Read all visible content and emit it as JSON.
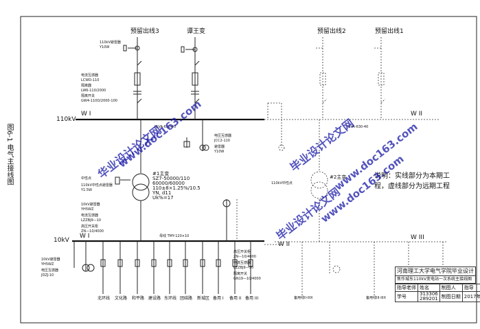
{
  "side_title": "图6-1 电气主接线图",
  "top_labels": {
    "left_reserve": "预留出线3",
    "main_line": "谭王变",
    "reserve2": "预留出线2",
    "reserve1": "预留出线1"
  },
  "bus_110": {
    "voltage": "110kV",
    "section1": "W I",
    "section2": "W II"
  },
  "bus_10": {
    "voltage": "10kV",
    "section1": "W I",
    "section2": "W II",
    "section3": "W III",
    "bus_model": "母线 TMY-120×10"
  },
  "transformers": {
    "t1_name": "#1主变",
    "t1_model": "SZ7-50000/110",
    "t1_ratio": "60000/60000",
    "t1_v": "110±8×1.25%/10.5",
    "t1_conn": "YN, d11",
    "t1_uk": "Uk%=17",
    "t2_name": "#2主变"
  },
  "note_text": {
    "line1": "说明：实线部分为本期工",
    "line2": "程，虚线部分为远期工程"
  },
  "watermarks": {
    "text1": "华业设计论文网",
    "url1": "www.doc163.com",
    "text2": "毕业设计论文网",
    "url2": "www.doc163.com",
    "text3": "毕业设计论文网",
    "url3": "www.doc163.com"
  },
  "equip_labels": {
    "arrester": "110kV避雷器",
    "arrester_model": "Y10W",
    "ct": "电流互感器",
    "ct_model": "LCWD-110",
    "ct2": "隔离器",
    "ct2_model": "LW6-110/2000",
    "sw": "隔离开关",
    "sw_model": "GW4-110D/2000-100",
    "pt": "电压互感器",
    "pt_model": "JCC2-110",
    "arrester2": "避雷器",
    "arrester2_model": "Y10W",
    "bus_sw": "JGVA-630-40",
    "bus_sw2": "JGVA-630-40",
    "neutral": "中性点",
    "neutral_arr": "110kV中性点避雷器",
    "neutral_model": "Y1.5W",
    "t2_neutral": "110kV中性点"
  },
  "feeder_labels": [
    "北环线",
    "文化路",
    "和平路",
    "建设路",
    "东环线",
    "团结路",
    "新城区",
    "备用 I",
    "备用 II",
    "备用 III"
  ],
  "right_labels": {
    "out_a": "备用线II-IIIX",
    "out_b": "备用线III-IIIX"
  },
  "left_bottom": {
    "a": "10kV避雷器",
    "a_model": "YH5WZ",
    "b": "电压互感器",
    "b_model": "JDZJ-10"
  },
  "mid_bottom": {
    "a": "高压开关柜",
    "a_model": "ZN—10/4000",
    "b": "电流互感器",
    "b_model": "LZZBJ9—10",
    "c": "隔离开关",
    "c_model": "GN19—10/4000"
  },
  "mid_10": {
    "a": "10kV避雷器",
    "a_model": "YH5WZ",
    "b": "电流互感器",
    "b_model": "LZZBJ9—10",
    "c": "高压开关柜",
    "c_model": "ZN—10/4000"
  },
  "title_block": {
    "school": "河南理工大学电气学院毕业设计",
    "drawing": "焦作城东110kV变电站一次系统主接线图",
    "row1": [
      "指导老师",
      "姓名",
      "制图人",
      "指导"
    ],
    "row1_vals": [
      "",
      "",
      "",
      ""
    ],
    "row2": [
      "学号",
      "",
      "制图日期",
      "2017年"
    ],
    "student_id": "313306",
    "student_id2": "289201"
  }
}
